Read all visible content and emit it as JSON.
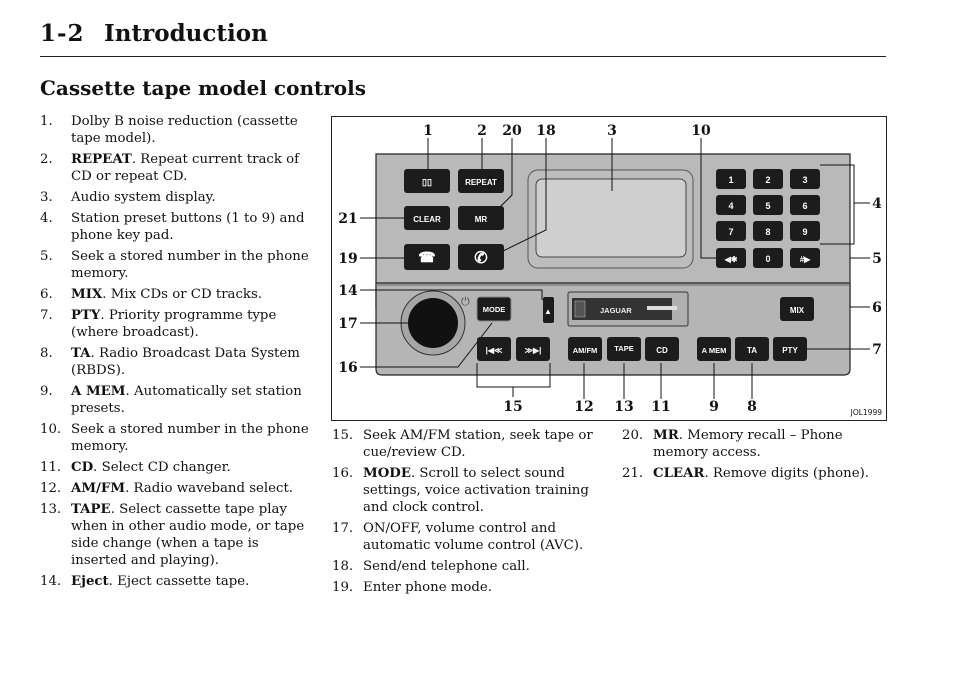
{
  "header": {
    "page_number": "1-2",
    "title": "Introduction"
  },
  "section_title": "Cassette tape model controls",
  "items_left": [
    {
      "num": "1.",
      "bold": "",
      "text": "Dolby B noise reduction (cassette tape model)."
    },
    {
      "num": "2.",
      "bold": "REPEAT",
      "text": ". Repeat current track of CD or repeat CD."
    },
    {
      "num": "3.",
      "bold": "",
      "text": "Audio system display."
    },
    {
      "num": "4.",
      "bold": "",
      "text": "Station preset buttons (1 to 9) and phone key pad."
    },
    {
      "num": "5.",
      "bold": "",
      "text": "Seek a stored number in the phone memory."
    },
    {
      "num": "6.",
      "bold": "MIX",
      "text": ". Mix CDs or CD tracks."
    },
    {
      "num": "7.",
      "bold": "PTY",
      "text": ". Priority programme type (where broadcast)."
    },
    {
      "num": "8.",
      "bold": "TA",
      "text": ". Radio Broadcast Data System (RBDS)."
    },
    {
      "num": "9.",
      "bold": "A MEM",
      "text": ". Automatically set station presets."
    },
    {
      "num": "10.",
      "bold": "",
      "text": "Seek a stored number in the phone memory."
    },
    {
      "num": "11.",
      "bold": "CD",
      "text": ". Select CD changer."
    },
    {
      "num": "12.",
      "bold": "AM/FM",
      "text": ". Radio waveband select."
    },
    {
      "num": "13.",
      "bold": "TAPE",
      "text": ". Select cassette tape play when in other audio mode, or tape side change (when a tape is inserted and playing)."
    },
    {
      "num": "14.",
      "bold": "Eject",
      "text": ". Eject cassette tape."
    }
  ],
  "items_mid": [
    {
      "num": "15.",
      "bold": "",
      "text": "Seek AM/FM station, seek tape or cue/review CD."
    },
    {
      "num": "16.",
      "bold": "MODE",
      "text": ". Scroll to select sound settings, voice activation training and clock control."
    },
    {
      "num": "17.",
      "bold": "",
      "text": "ON/OFF, volume control and automatic volume control (AVC)."
    },
    {
      "num": "18.",
      "bold": "",
      "text": "Send/end telephone call."
    },
    {
      "num": "19.",
      "bold": "",
      "text": "Enter phone mode."
    }
  ],
  "items_right": [
    {
      "num": "20.",
      "bold": "MR",
      "text": ". Memory recall – Phone memory access."
    },
    {
      "num": "21.",
      "bold": "CLEAR",
      "text": ". Remove digits (phone)."
    }
  ],
  "figure": {
    "code": "JOL1999",
    "brand": "JAGUAR",
    "buttons": {
      "dolby": "▯▯",
      "repeat": "REPEAT",
      "clear": "CLEAR",
      "mr": "MR",
      "mode": "MODE",
      "mix": "MIX",
      "am_fm": "AM/FM",
      "tape": "TAPE",
      "cd": "CD",
      "a_mem": "A MEM",
      "ta": "TA",
      "pty": "PTY",
      "seek_back": "|◀≪",
      "seek_fwd": "≫▶|",
      "eject": "▲",
      "star": "◀✱",
      "hash": "#▶",
      "zero": "0",
      "k1": "1",
      "k2": "2",
      "k3": "3",
      "k4": "4",
      "k5": "5",
      "k6": "6",
      "k7": "7",
      "k8": "8",
      "k9": "9"
    },
    "callouts": {
      "c1": "1",
      "c2": "2",
      "c20": "20",
      "c18": "18",
      "c3": "3",
      "c10": "10",
      "c4": "4",
      "c5": "5",
      "c6": "6",
      "c7": "7",
      "c21": "21",
      "c19": "19",
      "c14": "14",
      "c17": "17",
      "c16": "16",
      "c15": "15",
      "c12": "12",
      "c13": "13",
      "c11": "11",
      "c9": "9",
      "c8": "8"
    },
    "colors": {
      "panel": "#b7b7b7",
      "button": "#1c1c1c",
      "display": "#cfcfcf"
    }
  }
}
